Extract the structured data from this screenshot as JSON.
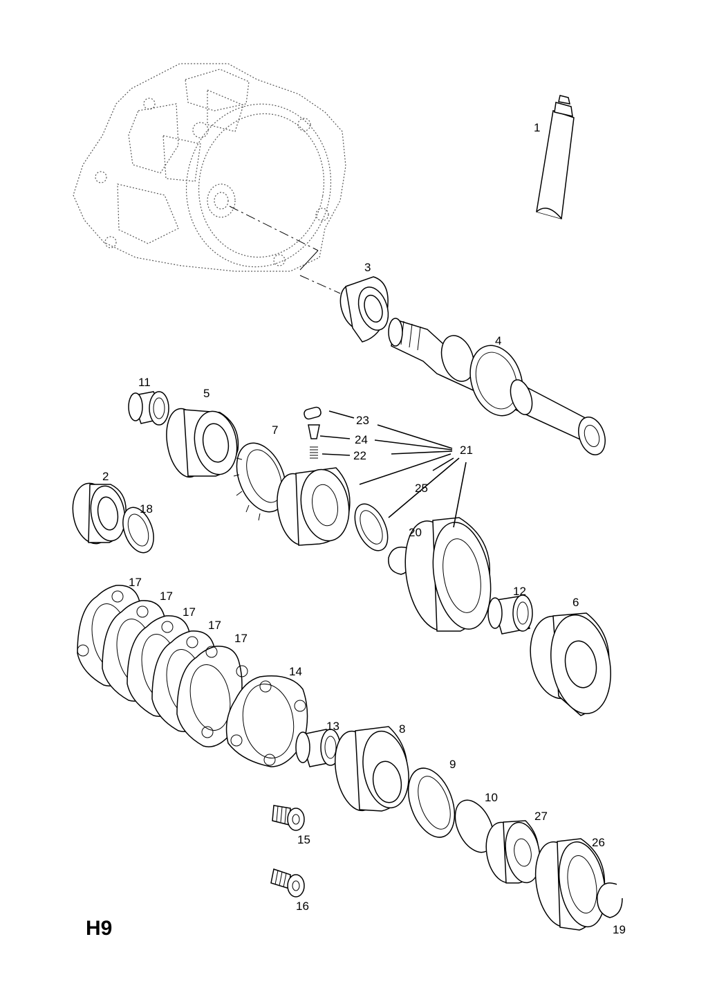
{
  "section_code": "H9",
  "callouts": [
    "1",
    "3",
    "4",
    "11",
    "5",
    "2",
    "18",
    "7",
    "23",
    "24",
    "22",
    "21",
    "25",
    "20",
    "12",
    "6",
    "17",
    "17",
    "17",
    "17",
    "17",
    "14",
    "13",
    "8",
    "9",
    "10",
    "27",
    "26",
    "15",
    "16",
    "19"
  ]
}
